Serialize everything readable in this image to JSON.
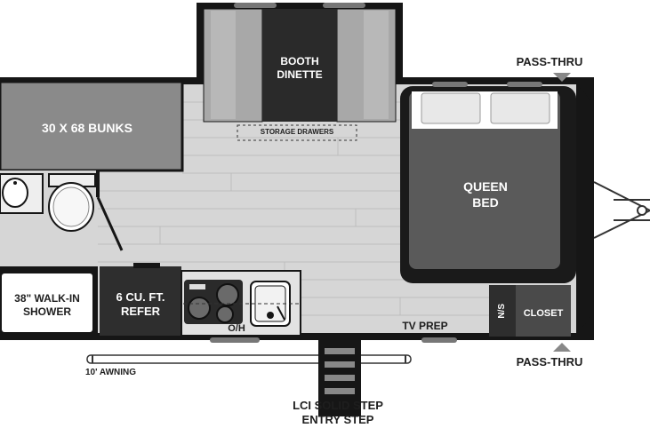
{
  "floorplan": {
    "labels": {
      "bunks": "30 X 68 BUNKS",
      "dinette_line1": "BOOTH",
      "dinette_line2": "DINETTE",
      "storage_drawers": "STORAGE DRAWERS",
      "pass_thru_top": "PASS-THRU",
      "pass_thru_bottom": "PASS-THRU",
      "queen_line1": "QUEEN",
      "queen_line2": "BED",
      "shower_line1": "38\" WALK-IN",
      "shower_line2": "SHOWER",
      "refer_line1": "6 CU. FT.",
      "refer_line2": "REFER",
      "overhead": "O/H",
      "tv_prep": "TV PREP",
      "ns": "N/S",
      "closet": "CLOSET",
      "awning": "10' AWNING",
      "step_line1": "LCI SOLID STEP",
      "step_line2": "ENTRY STEP"
    },
    "colors": {
      "wall": "#161616",
      "floor": "#d6d6d6",
      "bunk": "#8a8a8a",
      "dinette_cushion": "#a8a8a8",
      "dinette_table": "#2a2a2a",
      "bed": "#5a5a5a",
      "pillow": "#e8e8e8",
      "refer": "#2e2e2e",
      "closet": "#4a4a4a"
    }
  }
}
